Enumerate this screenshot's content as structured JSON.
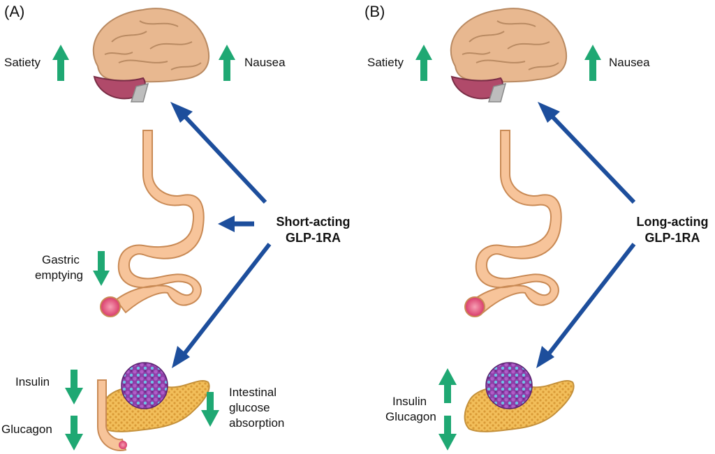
{
  "colors": {
    "arrow_blue": "#1d4e9c",
    "effect_green": "#1fa873",
    "gut": "#f7c49a",
    "gut_outline": "#c98a55",
    "pancreas": "#f2be5a",
    "brain": "#e8b890",
    "cerebellum": "#b04a6a"
  },
  "panel_a": {
    "letter": "(A)",
    "satiety": "Satiety",
    "nausea": "Nausea",
    "gastric_line1": "Gastric",
    "gastric_line2": "emptying",
    "drug_line1": "Short-acting",
    "drug_line2": "GLP-1RA",
    "insulin": "Insulin",
    "glucagon": "Glucagon",
    "intestinal_line1": "Intestinal",
    "intestinal_line2": "glucose",
    "intestinal_line3": "absorption"
  },
  "panel_b": {
    "letter": "(B)",
    "satiety": "Satiety",
    "nausea": "Nausea",
    "drug_line1": "Long-acting",
    "drug_line2": "GLP-1RA",
    "insulin": "Insulin",
    "glucagon": "Glucagon"
  }
}
